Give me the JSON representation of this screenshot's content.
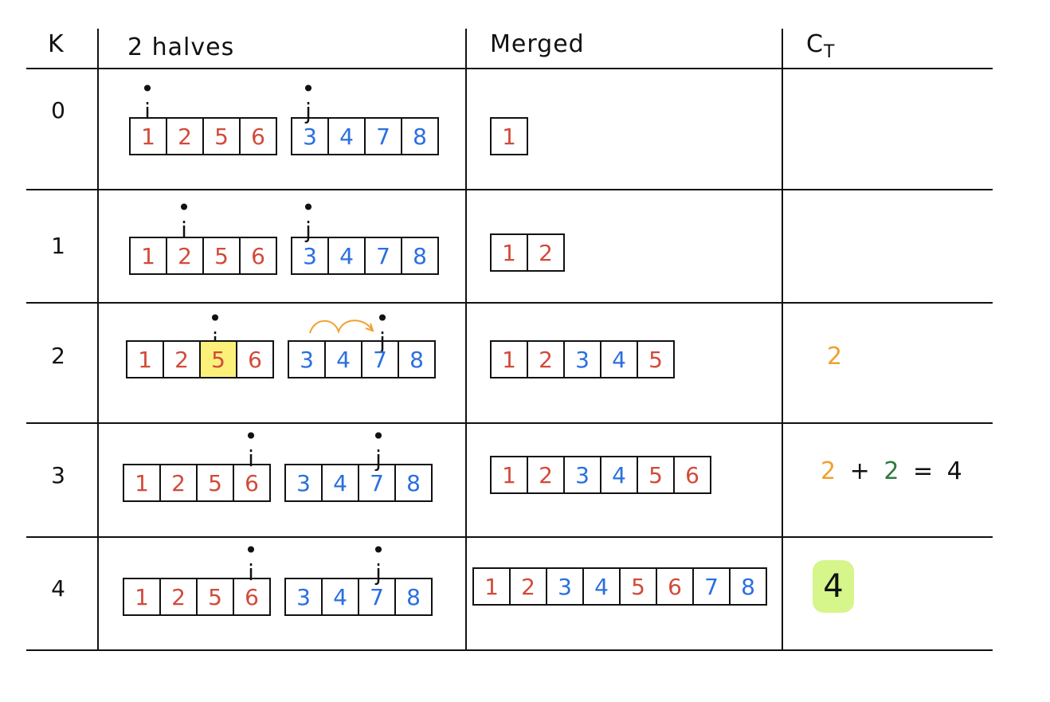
{
  "headers": {
    "k": "K",
    "halves": "2 halves",
    "merged": "Merged",
    "ct_main": "C",
    "ct_sub": "T"
  },
  "pointers": {
    "i": "i",
    "j": "j"
  },
  "rows": [
    {
      "k": "0",
      "left": [
        "1",
        "2",
        "5",
        "6"
      ],
      "right": [
        "3",
        "4",
        "7",
        "8"
      ],
      "merged": [
        "1"
      ],
      "ct": ""
    },
    {
      "k": "1",
      "left": [
        "1",
        "2",
        "5",
        "6"
      ],
      "right": [
        "3",
        "4",
        "7",
        "8"
      ],
      "merged": [
        "1",
        "2"
      ],
      "ct": ""
    },
    {
      "k": "2",
      "left": [
        "1",
        "2",
        "5",
        "6"
      ],
      "right": [
        "3",
        "4",
        "7",
        "8"
      ],
      "merged": [
        "1",
        "2",
        "3",
        "4",
        "5"
      ],
      "ct": "2",
      "highlight": "5"
    },
    {
      "k": "3",
      "left": [
        "1",
        "2",
        "5",
        "6"
      ],
      "right": [
        "3",
        "4",
        "7",
        "8"
      ],
      "merged": [
        "1",
        "2",
        "3",
        "4",
        "5",
        "6"
      ],
      "ct_expr": {
        "a": "2",
        "plus": "+",
        "b": "2",
        "eq": "=",
        "result": "4"
      }
    },
    {
      "k": "4",
      "left": [
        "1",
        "2",
        "5",
        "6"
      ],
      "right": [
        "3",
        "4",
        "7",
        "8"
      ],
      "merged": [
        "1",
        "2",
        "3",
        "4",
        "5",
        "6",
        "7",
        "8"
      ],
      "ct_final": "4"
    }
  ],
  "colors": {
    "left_half": "#d24a3a",
    "right_half": "#2a6fe0",
    "highlight": "#fbf17a",
    "final_highlight": "#d6f58a",
    "orange": "#f0a030",
    "green": "#2f7a3c"
  }
}
